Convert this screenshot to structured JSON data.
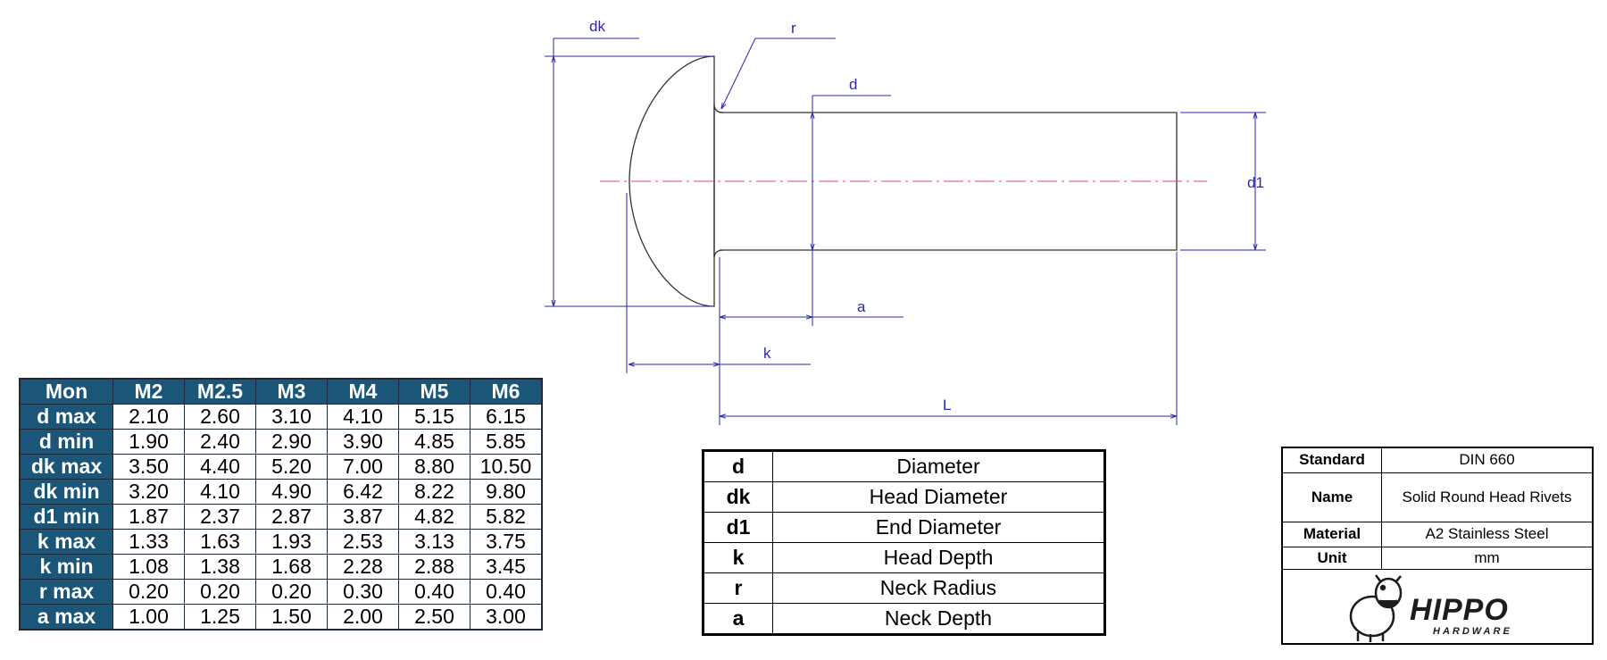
{
  "drawing": {
    "labels": {
      "dk": "dk",
      "r": "r",
      "d": "d",
      "d1": "d1",
      "a": "a",
      "k": "k",
      "L": "L"
    }
  },
  "dimension_table": {
    "corner": "Mon",
    "sizes": [
      "M2",
      "M2.5",
      "M3",
      "M4",
      "M5",
      "M6"
    ],
    "rows": [
      {
        "label": "d max",
        "values": [
          "2.10",
          "2.60",
          "3.10",
          "4.10",
          "5.15",
          "6.15"
        ]
      },
      {
        "label": "d min",
        "values": [
          "1.90",
          "2.40",
          "2.90",
          "3.90",
          "4.85",
          "5.85"
        ]
      },
      {
        "label": "dk max",
        "values": [
          "3.50",
          "4.40",
          "5.20",
          "7.00",
          "8.80",
          "10.50"
        ]
      },
      {
        "label": "dk min",
        "values": [
          "3.20",
          "4.10",
          "4.90",
          "6.42",
          "8.22",
          "9.80"
        ]
      },
      {
        "label": "d1 min",
        "values": [
          "1.87",
          "2.37",
          "2.87",
          "3.87",
          "4.82",
          "5.82"
        ]
      },
      {
        "label": "k max",
        "values": [
          "1.33",
          "1.63",
          "1.93",
          "2.53",
          "3.13",
          "3.75"
        ]
      },
      {
        "label": "k min",
        "values": [
          "1.08",
          "1.38",
          "1.68",
          "2.28",
          "2.88",
          "3.45"
        ]
      },
      {
        "label": "r max",
        "values": [
          "0.20",
          "0.20",
          "0.20",
          "0.30",
          "0.40",
          "0.40"
        ]
      },
      {
        "label": "a max",
        "values": [
          "1.00",
          "1.25",
          "1.50",
          "2.00",
          "2.50",
          "3.00"
        ]
      }
    ]
  },
  "legend": [
    {
      "symbol": "d",
      "description": "Diameter"
    },
    {
      "symbol": "dk",
      "description": "Head Diameter"
    },
    {
      "symbol": "d1",
      "description": "End Diameter"
    },
    {
      "symbol": "k",
      "description": "Head Depth"
    },
    {
      "symbol": "r",
      "description": "Neck Radius"
    },
    {
      "symbol": "a",
      "description": "Neck Depth"
    }
  ],
  "info": {
    "standard_label": "Standard",
    "standard_value": "DIN 660",
    "name_label": "Name",
    "name_value": "Solid Round Head Rivets",
    "material_label": "Material",
    "material_value": "A2 Stainless Steel",
    "unit_label": "Unit",
    "unit_value": "mm"
  },
  "logo": {
    "word": "HIPPO",
    "sub": "HARDWARE"
  },
  "colors": {
    "dimension_line": "#2a2aa8",
    "center_line": "#e0407a",
    "outline": "#333333",
    "table_header": "#1b5577"
  }
}
